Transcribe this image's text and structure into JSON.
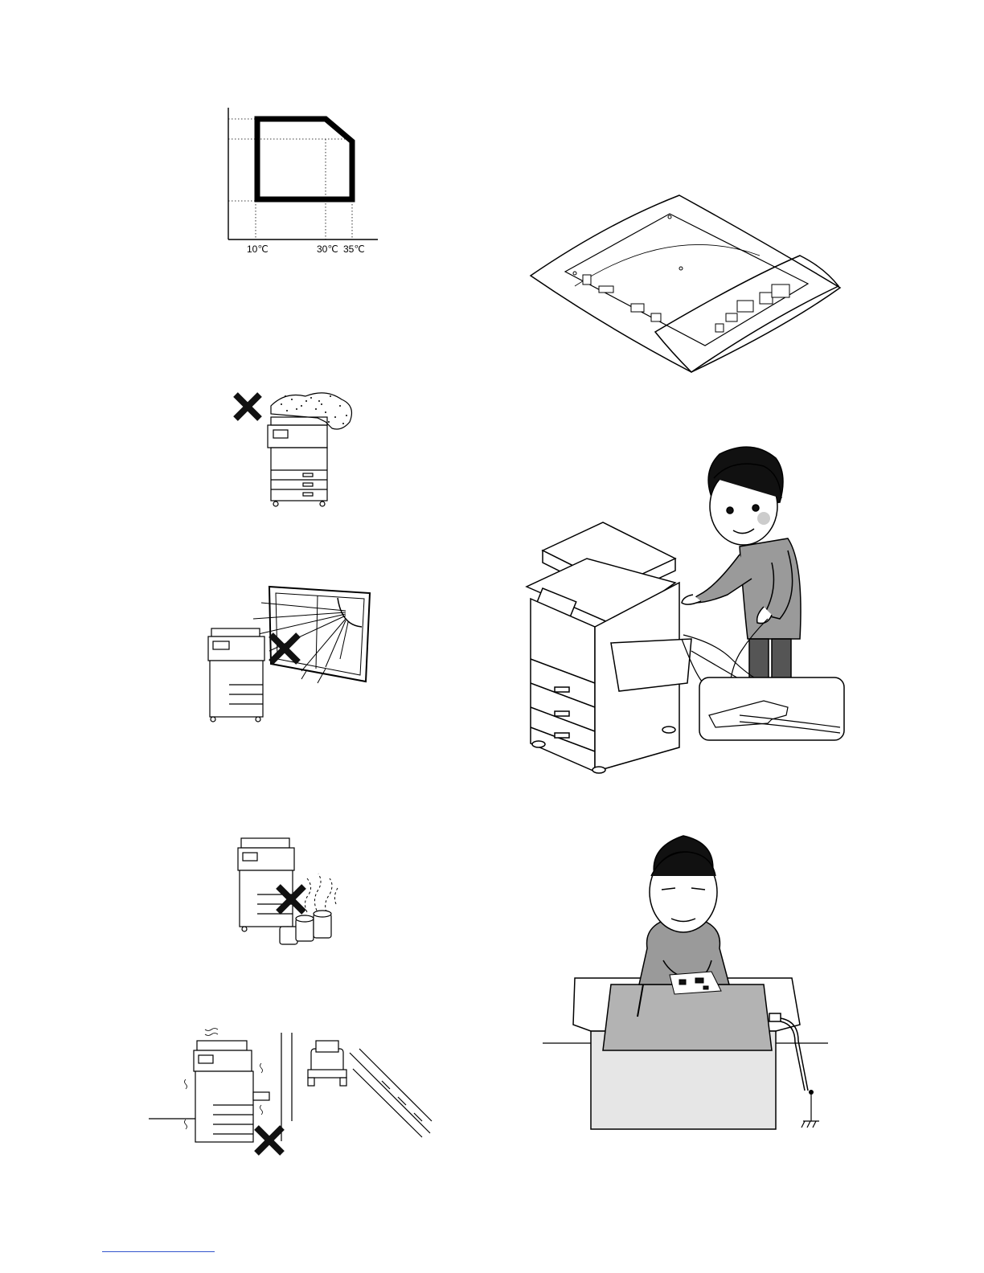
{
  "temperature_chart": {
    "tick_labels": [
      "10℃",
      "30℃",
      "35℃"
    ]
  },
  "figures": [
    {
      "name": "operating-range-chart",
      "subject": "temperature-humidity-range"
    },
    {
      "name": "dust-warning",
      "subject": "avoid-dust"
    },
    {
      "name": "sunlight-warning",
      "subject": "avoid-direct-sunlight"
    },
    {
      "name": "volatile-warning",
      "subject": "avoid-volatile-chemicals"
    },
    {
      "name": "vibration-warning",
      "subject": "avoid-vibration"
    },
    {
      "name": "pwb-antistatic-bag",
      "subject": "board-in-antistatic-bag"
    },
    {
      "name": "wrist-strap-technician",
      "subject": "grounded-wrist-strap"
    },
    {
      "name": "grounded-mat-workbench",
      "subject": "grounded-conductive-mat"
    }
  ],
  "colors": {
    "line": "#000000",
    "cross": "#111111",
    "mat": "#b3b3b3",
    "clothing": "#9a9a9a",
    "footer_rule": "#3355cc"
  }
}
